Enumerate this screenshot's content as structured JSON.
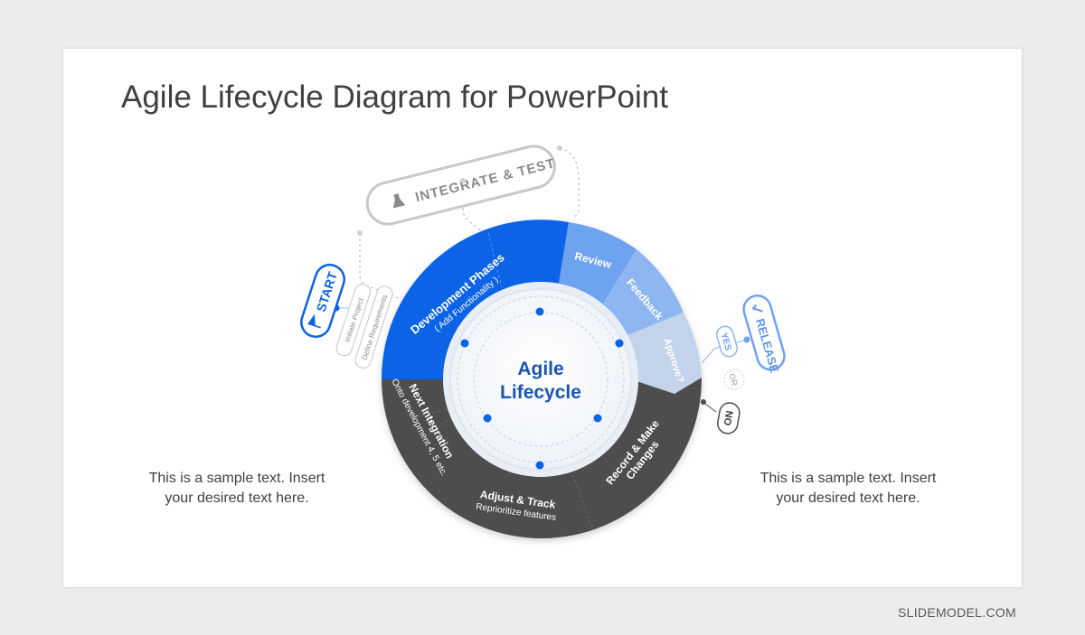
{
  "slide": {
    "title": "Agile Lifecycle Diagram for PowerPoint",
    "left_text": "This is a sample text. Insert your desired text here.",
    "left_text_line1": "This is a sample text. Insert",
    "left_text_line2": "your desired text here.",
    "right_text_line1": "This is a sample text. Insert",
    "right_text_line2": "your desired text here.",
    "footer": "SLIDEMODEL.COM"
  },
  "diagram": {
    "center_line1": "Agile",
    "center_line2": "Lifecycle",
    "integrate_label": "INTEGRATE & TEST",
    "start_label": "START",
    "initiate_label": "Initiate Project",
    "define_label": "Define Requirements",
    "release_label": "RELEASE",
    "yes_label": "YES",
    "or_label": "OR",
    "no_label": "NO",
    "segments": {
      "development_title": "Development Phases",
      "development_sub": "( Add Functionality )",
      "review": "Review",
      "feedback": "Feedback",
      "approve": "Approve?",
      "record_line1": "Record & Make",
      "record_line2": "Changes",
      "adjust_title": "Adjust & Track",
      "adjust_sub": "Reprioritize  features",
      "next_title": "Next Integration",
      "next_sub": "Onto development  4, 5 etc."
    },
    "colors": {
      "blue": "#0b63e5",
      "light_blue_1": "#6ea3f0",
      "light_blue_2": "#8db6f3",
      "light_blue_3": "#c3d3ea",
      "dark_gray": "#4d4d4d",
      "center_text": "#1a56b0"
    }
  }
}
